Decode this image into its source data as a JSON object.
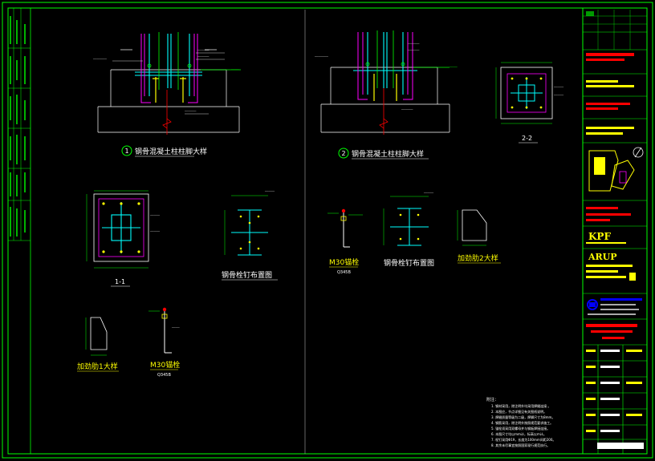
{
  "colors": {
    "frame": "#00ff00",
    "outline": "#ffffff",
    "steel": "#00ffff",
    "rebar": "#ff00ff",
    "bolt": "#ffff00",
    "dim": "#00ff00",
    "section": "#ff0000",
    "titleblock_red": "#ff0000",
    "titleblock_yellow": "#ffff00",
    "titleblock_cyan": "#0000ff"
  },
  "details": {
    "d1": {
      "number": "1",
      "title": "钢骨混凝土柱柱脚大样"
    },
    "d2": {
      "number": "2",
      "title": "钢骨混凝土柱柱脚大样"
    }
  },
  "sections": {
    "s11": "1-1",
    "s22": "2-2"
  },
  "captions": {
    "stud_layout_left": "钢骨栓钉布置图",
    "stud_layout_right": "钢骨栓钉布置图",
    "bolt_left": "M30锚栓",
    "bolt_left_grade": "Q345B",
    "bolt_right": "M30锚栓",
    "bolt_right_grade": "Q345B",
    "stiffener1": "加劲肋1大样",
    "stiffener2": "加劲肋2大样"
  },
  "notes": {
    "heading": "附注：",
    "lines": [
      "1. 钢材采用，除注明外均采用焊缝连接 。",
      "2. 本图应，节点详细见有关图纸说明。",
      "3. 焊缝质量等级为二级，焊脚尺寸为8mm。",
      "4. 钢筋采用，除注明外按照规范要求施工。",
      "5. 锚栓须采用双螺母并与钢板焊接连接。",
      "6. 本图尺寸均以mm计，标高以m计。",
      "7. 栓钉采用Φ19，长度为100mm间距200。",
      "8. 其余未尽事宜按照国家现行规范执行。"
    ]
  },
  "titleblock": {
    "logo_kpf": "KPF",
    "logo_arup": "ARUP"
  }
}
